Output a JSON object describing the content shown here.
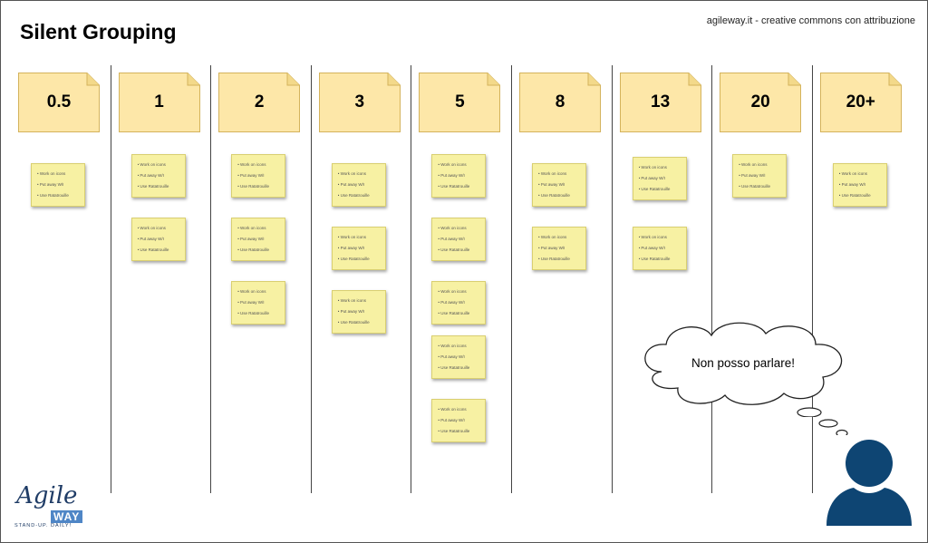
{
  "title": "Silent Grouping",
  "credit": "agileway.it - creative commons con attribuzione",
  "columns": [
    "0.5",
    "1",
    "2",
    "3",
    "5",
    "8",
    "13",
    "20",
    "20+"
  ],
  "note_items": [
    "Work on icons",
    "Put away W/I",
    "Use Ratatrouille"
  ],
  "cards_per_column": [
    1,
    2,
    3,
    3,
    5,
    2,
    2,
    1,
    1
  ],
  "thought": "Non posso parlare!",
  "logo": {
    "agile": "Agile",
    "way": "WAY",
    "tagline": "STAND-UP. DAILY!"
  },
  "colors": {
    "column_card_fill": "#fde7a8",
    "column_card_stroke": "#d4b35c",
    "note_fill": "#f7f1a3",
    "person": "#0e4573",
    "logo_blue": "#4f86c6"
  }
}
